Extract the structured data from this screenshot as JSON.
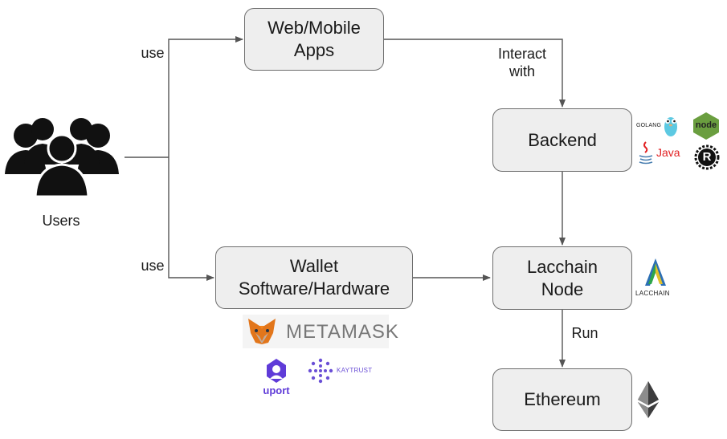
{
  "nodes": {
    "web_mobile_apps": [
      "Web/Mobile",
      "Apps"
    ],
    "backend": [
      "Backend"
    ],
    "wallet": [
      "Wallet",
      "Software/Hardware"
    ],
    "lacchain_node": [
      "Lacchain",
      "Node"
    ],
    "ethereum": [
      "Ethereum"
    ]
  },
  "users_label": "Users",
  "edges": {
    "users_to_apps": "use",
    "users_to_wallet": "use",
    "apps_to_backend": [
      "Interact",
      "with"
    ],
    "lacchain_to_ethereum": "Run"
  },
  "logos": {
    "golang": "GOLANG",
    "node": "node",
    "java": "Java",
    "rust": "R",
    "lacchain": "LACCHAIN",
    "metamask": "METAMASK",
    "uport": "uport",
    "kaytrust": "KAYTRUST"
  },
  "colors": {
    "box_fill": "#eeeeee",
    "box_border": "#6e6e6e",
    "arrow": "#555555",
    "metamask_orange": "#e2761b",
    "uport_purple": "#5f3bd8",
    "node_green": "#6a9e3f",
    "golang_blue": "#5dc9e2",
    "java_red": "#e11f21"
  }
}
